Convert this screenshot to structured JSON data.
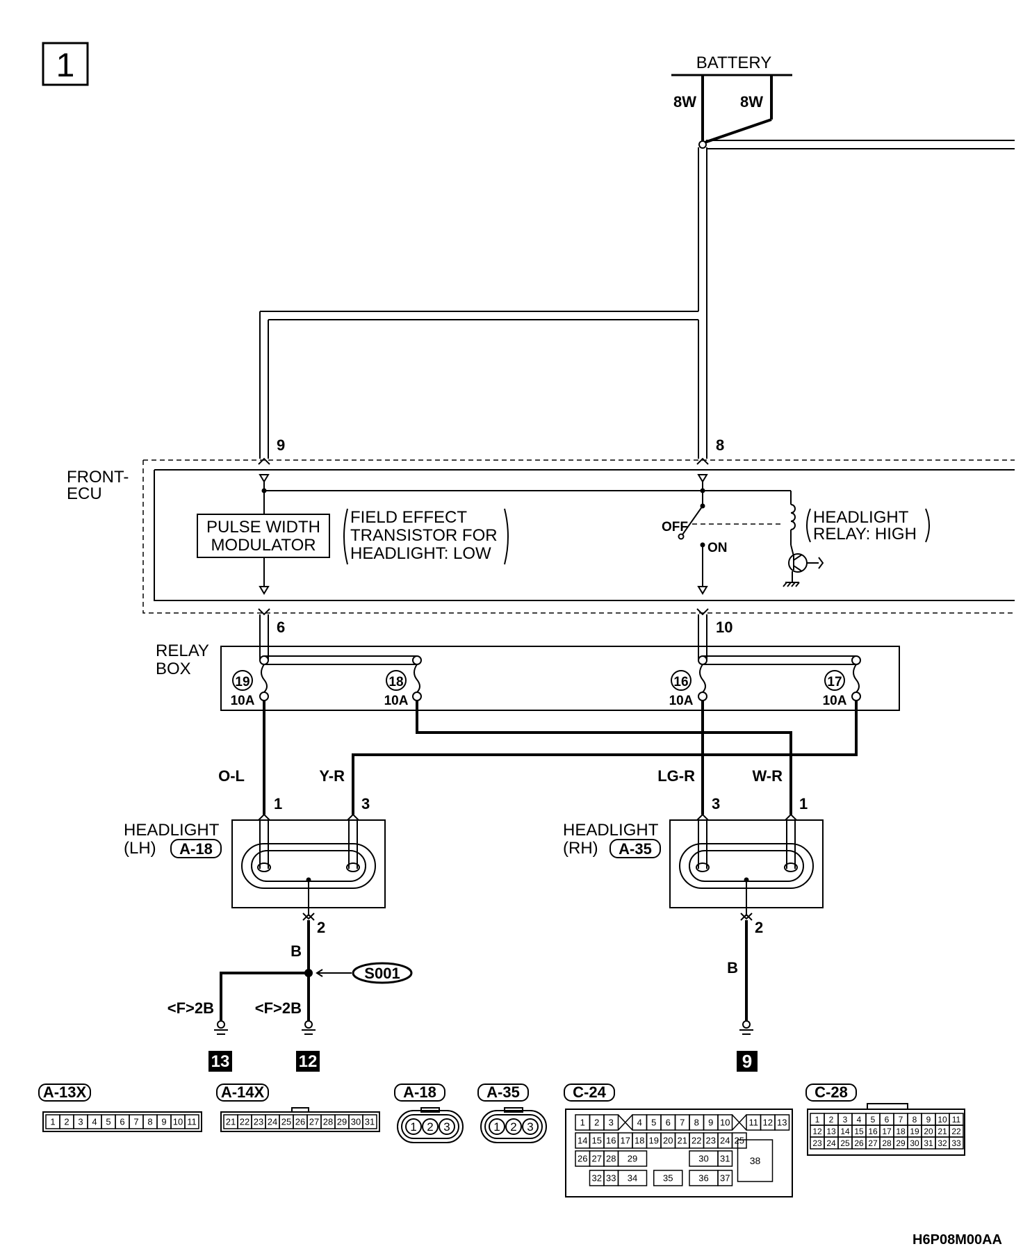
{
  "page_number": "1",
  "battery": {
    "label": "BATTERY",
    "wire_left": "8W",
    "wire_right": "8W"
  },
  "front_ecu": {
    "label_line1": "FRONT-",
    "label_line2": "ECU",
    "pin_left_in": "9",
    "pin_right_in": "8",
    "pin_left_out": "6",
    "pin_right_out": "10",
    "pwm_line1": "PULSE WIDTH",
    "pwm_line2": "MODULATOR",
    "fet_line1": "FIELD EFFECT",
    "fet_line2": "TRANSISTOR FOR",
    "fet_line3": "HEADLIGHT: LOW",
    "switch_off": "OFF",
    "switch_on": "ON",
    "relay_line1": "HEADLIGHT",
    "relay_line2": "RELAY: HIGH"
  },
  "relay_box": {
    "label_line1": "RELAY",
    "label_line2": "BOX",
    "fuses": [
      {
        "number": "19",
        "rating": "10A"
      },
      {
        "number": "18",
        "rating": "10A"
      },
      {
        "number": "16",
        "rating": "10A"
      },
      {
        "number": "17",
        "rating": "10A"
      }
    ]
  },
  "wires": {
    "ol": "O-L",
    "yr": "Y-R",
    "lgr": "LG-R",
    "wr": "W-R",
    "b_lh": "B",
    "b_rh": "B",
    "gnd_a": "<F>2B",
    "gnd_b": "<F>2B"
  },
  "headlight_lh": {
    "label_line1": "HEADLIGHT",
    "label_line2": "(LH)",
    "connector": "A-18",
    "pin_a": "1",
    "pin_b": "3",
    "pin_gnd": "2"
  },
  "headlight_rh": {
    "label_line1": "HEADLIGHT",
    "label_line2": "(RH)",
    "connector": "A-35",
    "pin_a": "3",
    "pin_b": "1",
    "pin_gnd": "2"
  },
  "splice": "S001",
  "grounds": [
    "13",
    "12",
    "9"
  ],
  "connectors": {
    "a13x": {
      "name": "A-13X",
      "pins": [
        "1",
        "2",
        "3",
        "4",
        "5",
        "6",
        "7",
        "8",
        "9",
        "10",
        "11"
      ]
    },
    "a14x": {
      "name": "A-14X",
      "pins": [
        "21",
        "22",
        "23",
        "24",
        "25",
        "26",
        "27",
        "28",
        "29",
        "30",
        "31"
      ]
    },
    "a18": {
      "name": "A-18",
      "pins": [
        "1",
        "2",
        "3"
      ]
    },
    "a35": {
      "name": "A-35",
      "pins": [
        "1",
        "2",
        "3"
      ]
    },
    "c24": {
      "name": "C-24",
      "row1": [
        "1",
        "2",
        "3",
        "",
        "4",
        "5",
        "6",
        "7",
        "8",
        "9",
        "10",
        "",
        "11",
        "12",
        "13"
      ],
      "row2": [
        "14",
        "15",
        "16",
        "17",
        "18",
        "19",
        "20",
        "21",
        "22",
        "23",
        "24",
        "25"
      ],
      "row3a": [
        "26",
        "27",
        "28",
        "29"
      ],
      "row3b": [
        "30",
        "31"
      ],
      "row4": [
        "32",
        "33",
        "34",
        "35",
        "36",
        "37"
      ],
      "big": "38"
    },
    "c28": {
      "name": "C-28",
      "row1": [
        "1",
        "2",
        "3",
        "4",
        "5",
        "6",
        "7",
        "8",
        "9",
        "10",
        "11"
      ],
      "row2": [
        "12",
        "13",
        "14",
        "15",
        "16",
        "17",
        "18",
        "19",
        "20",
        "21",
        "22"
      ],
      "row3": [
        "23",
        "24",
        "25",
        "26",
        "27",
        "28",
        "29",
        "30",
        "31",
        "32",
        "33"
      ]
    }
  },
  "code": "H6P08M00AA"
}
